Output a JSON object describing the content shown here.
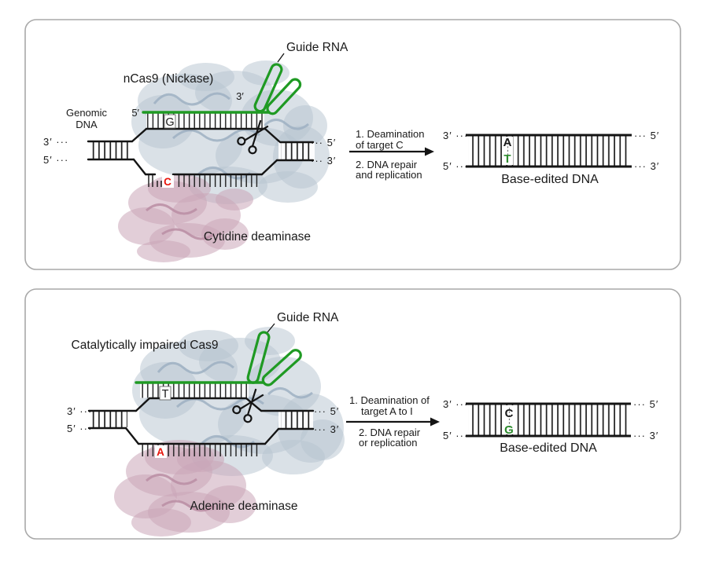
{
  "colors": {
    "guide_green": "#1f9a23",
    "base_green": "#2e8b2e",
    "edit_red": "#e8150c",
    "cas9_blue": "#b6c3d0",
    "cas9_blue_d": "#9db0c2",
    "deam_pink": "#cba6b8",
    "deam_pink_d": "#ba8da3",
    "panel_border": "#a9a9a9",
    "ink": "#1a1a1a"
  },
  "panels": {
    "top": {
      "enzyme_label": "nCas9 (Nickase)",
      "guide_rna": {
        "label": "Guide RNA",
        "three_prime": "3′",
        "five_prime": "5′"
      },
      "genomic_dna": {
        "line1": "Genomic",
        "line2": "DNA"
      },
      "dna_ends": {
        "left_top": "3′ ···",
        "left_bottom": "5′ ···",
        "right_top": "··· 5′",
        "right_bottom": "··· 3′"
      },
      "bases": {
        "protospacer": "G",
        "target": "C"
      },
      "deaminase_label": "Cytidine deaminase",
      "steps": {
        "s1l1": "1. Deamination",
        "s1l2": "of target C",
        "s2l1": "2. DNA repair",
        "s2l2": "and replication"
      },
      "result": {
        "ends": {
          "left_top": "3′ ···",
          "left_bottom": "5′ ···",
          "right_top": "··· 5′",
          "right_bottom": "··· 3′"
        },
        "top_base": "A",
        "bottom_base": "T",
        "caption": "Base-edited DNA"
      }
    },
    "bottom": {
      "enzyme_label": "Catalytically impaired Cas9",
      "guide_rna": {
        "label": "Guide RNA"
      },
      "dna_ends": {
        "left_top": "3′ ···",
        "left_bottom": "5′ ···",
        "right_top": "··· 5′",
        "right_bottom": "··· 3′"
      },
      "bases": {
        "protospacer": "T",
        "target": "A"
      },
      "deaminase_label": "Adenine deaminase",
      "steps": {
        "s1l1": "1. Deamination of",
        "s1l2": "target A to I",
        "s2l1": "2. DNA repair",
        "s2l2": "or replication"
      },
      "result": {
        "ends": {
          "left_top": "3′ ···",
          "left_bottom": "5′ ···",
          "right_top": "··· 5′",
          "right_bottom": "··· 3′"
        },
        "top_base": "C",
        "bottom_base": "G",
        "caption": "Base-edited DNA"
      }
    }
  }
}
